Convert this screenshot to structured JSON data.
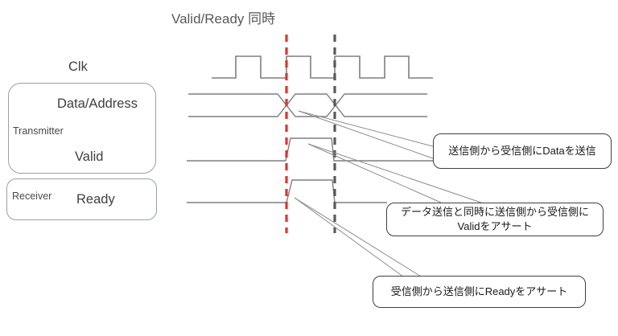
{
  "title": "Valid/Ready 同時",
  "blocks": {
    "transmitter_label": "Transmitter",
    "receiver_label": "Receiver"
  },
  "signals": {
    "clk": "Clk",
    "data": "Data/Address",
    "valid": "Valid",
    "ready": "Ready"
  },
  "callouts": {
    "data_callout": "送信側から受信側にDataを送信",
    "valid_callout_line1": "データ送信と同時に送信側から受信側に",
    "valid_callout_line2": "Validをアサート",
    "ready_callout": "受信側から送信側にReadyをアサート"
  },
  "markers": {
    "assert_time_color": "#ee2e24",
    "sample_time_color": "#595959"
  },
  "colors": {
    "waveform": "#7f7f7f",
    "leader_line": "#8c8c8c",
    "group_border": "#9aa0a6",
    "callout_border": "#3f3f3f",
    "title_text": "#595959"
  },
  "diagram": {
    "type": "timing-waveform",
    "clk_edges_x": [
      293,
      324,
      356,
      386,
      416,
      447,
      478,
      508
    ],
    "valid_high_interval": [
      356,
      414
    ],
    "ready_high_interval": [
      356,
      414
    ],
    "data_transition_x": [
      356,
      417
    ],
    "marker_lines_x": {
      "red": 356,
      "dark": 416
    }
  }
}
